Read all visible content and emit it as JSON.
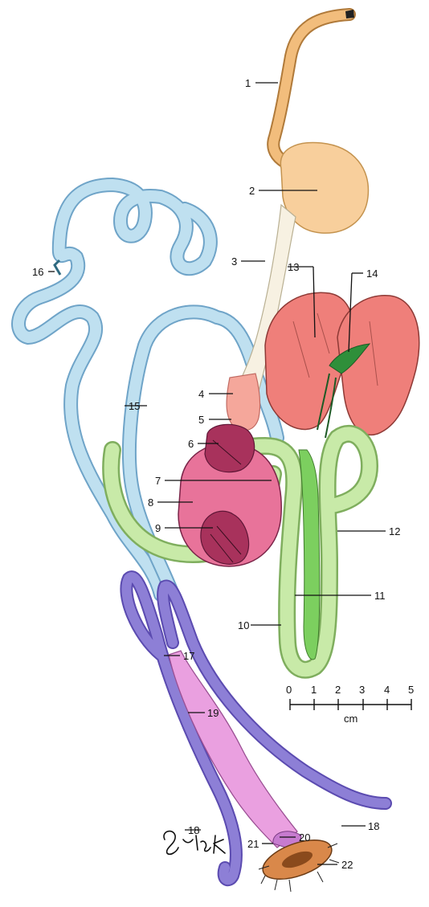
{
  "diagram": {
    "labels": [
      "1",
      "2",
      "3",
      "4",
      "5",
      "6",
      "7",
      "8",
      "9",
      "10",
      "11",
      "12",
      "13",
      "14",
      "15",
      "16",
      "17",
      "18",
      "18",
      "19",
      "20",
      "21",
      "22"
    ],
    "scale_bar": {
      "ticks": [
        "0",
        "1",
        "2",
        "3",
        "4",
        "5"
      ],
      "unit": "cm"
    },
    "signature": "Bertek",
    "colors": {
      "esophagus": "#f2bd7c",
      "crop": "#f8cf9c",
      "proventriculus": "#f5a79b",
      "gizzard": "#e8739a",
      "gizzard_muscle": "#a8325c",
      "liver": "#ef7f7a",
      "gallbladder": "#2f8f3a",
      "duodenum": "#b9e39a",
      "pancreas": "#7ccf5f",
      "jejunum": "#a9d4e8",
      "ceca": "#8d7fd6",
      "colon": "#eaa0e0",
      "cloaca": "#d9884a"
    }
  }
}
